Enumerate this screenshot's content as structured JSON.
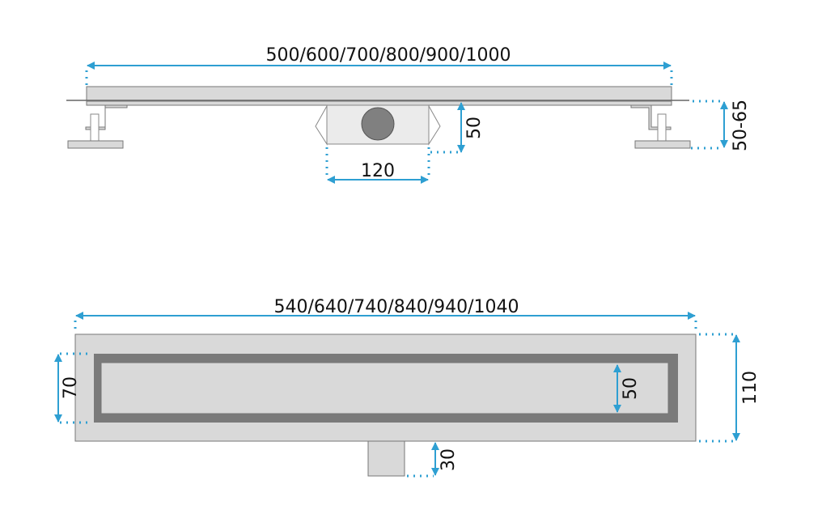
{
  "top_view": {
    "length_label": "500/600/700/800/900/1000",
    "outlet_width_label": "120",
    "outlet_height_label": "50",
    "adjust_height_label": "50-65"
  },
  "bottom_view": {
    "length_label": "540/640/740/840/940/1040",
    "grate_width_label": "70",
    "inner_width_label": "50",
    "total_width_label": "110",
    "outlet_depth_label": "30"
  },
  "colors": {
    "dimension": "#2e9fd2",
    "grate_frame": "#7a7a7a",
    "outlet": "#808080"
  }
}
